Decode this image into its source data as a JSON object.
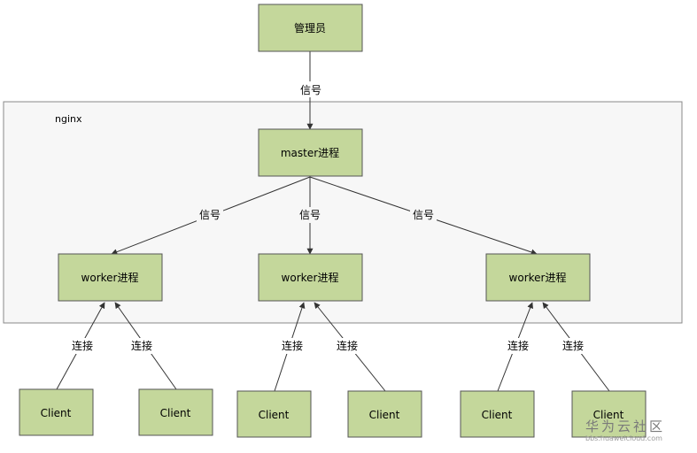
{
  "group": {
    "label": "nginx"
  },
  "nodes": {
    "admin": "管理员",
    "master": "master进程",
    "worker1": "worker进程",
    "worker2": "worker进程",
    "worker3": "worker进程",
    "client1": "Client",
    "client2": "Client",
    "client3": "Client",
    "client4": "Client",
    "client5": "Client",
    "client6": "Client"
  },
  "edges": {
    "admin_master": "信号",
    "master_worker1": "信号",
    "master_worker2": "信号",
    "master_worker3": "信号",
    "client1_worker1": "连接",
    "client2_worker1": "连接",
    "client3_worker2": "连接",
    "client4_worker2": "连接",
    "client5_worker3": "连接",
    "client6_worker3": "连接"
  },
  "watermark": {
    "main": "华为云社区",
    "sub": "bbs.huaweicloud.com"
  }
}
